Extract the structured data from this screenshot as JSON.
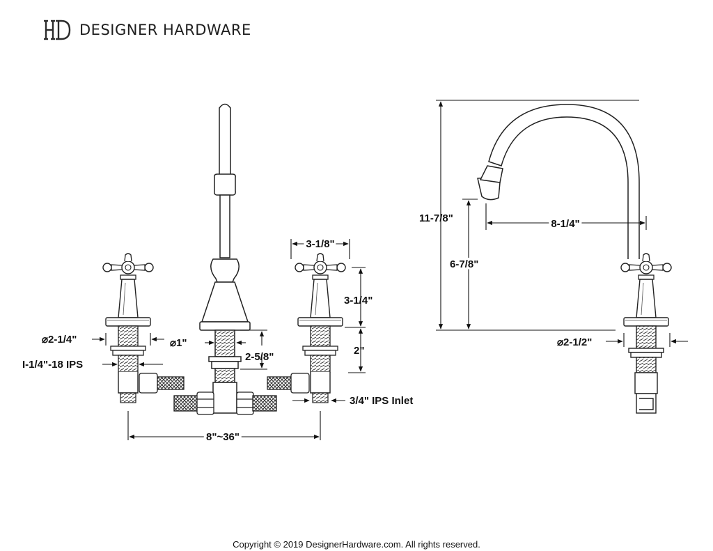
{
  "brand": {
    "monogram": "HD",
    "name": "DESIGNER HARDWARE",
    "color": "#1f1f1f"
  },
  "dimensions": {
    "handle_width": "3-1/8\"",
    "handle_height": "3-1/4\"",
    "flange_diameter": "⌀2-1/4\"",
    "thread_spec": "I-1/4\"-18 IPS",
    "spout_shank_diameter": "⌀1\"",
    "shank_length": "2-5/8\"",
    "shank_above": "2\"",
    "inlet": "3/4\" IPS Inlet",
    "spread": "8\"~36\"",
    "overall_height": "11-7/8\"",
    "spout_reach": "8-1/4\"",
    "spout_clearance": "6-7/8\"",
    "spout_base_diameter": "⌀2-1/2\""
  },
  "footer": {
    "copyright": "Copyright © 2019 DesignerHardware.com. All rights reserved."
  }
}
